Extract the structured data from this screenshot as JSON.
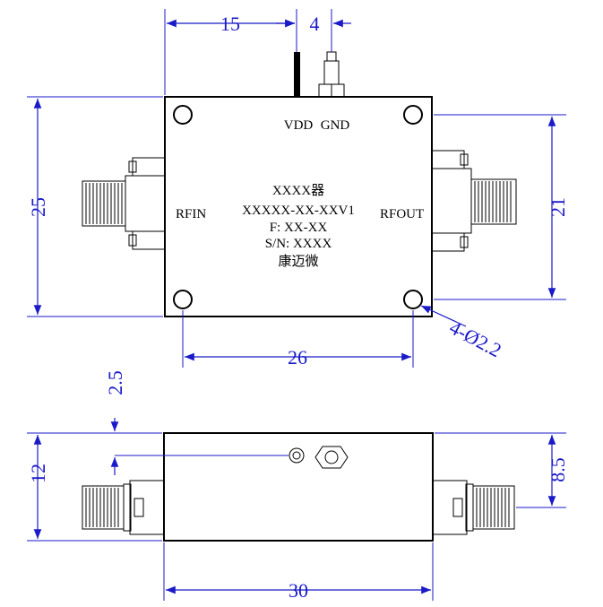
{
  "top_view": {
    "dim_vdd_offset": "15",
    "dim_gnd_offset": "4",
    "dim_height": "25",
    "dim_port_spacing": "21",
    "dim_hole_spacing": "26",
    "dim_holes": "4-Ø2.2",
    "pin_vdd_label": "VDD",
    "pin_gnd_label": "GND",
    "port_in_label": "RFIN",
    "port_out_label": "RFOUT",
    "product_lines": [
      "XXXX器",
      "XXXXX-XX-XXV1",
      "F: XX-XX",
      "S/N: XXXX",
      "康迈微"
    ]
  },
  "side_view": {
    "dim_height": "12",
    "dim_pin_height": "2.5",
    "dim_connector_height": "8.5",
    "dim_length": "30"
  },
  "colors": {
    "dimension": "#1a1ac8",
    "outline": "#000000"
  }
}
